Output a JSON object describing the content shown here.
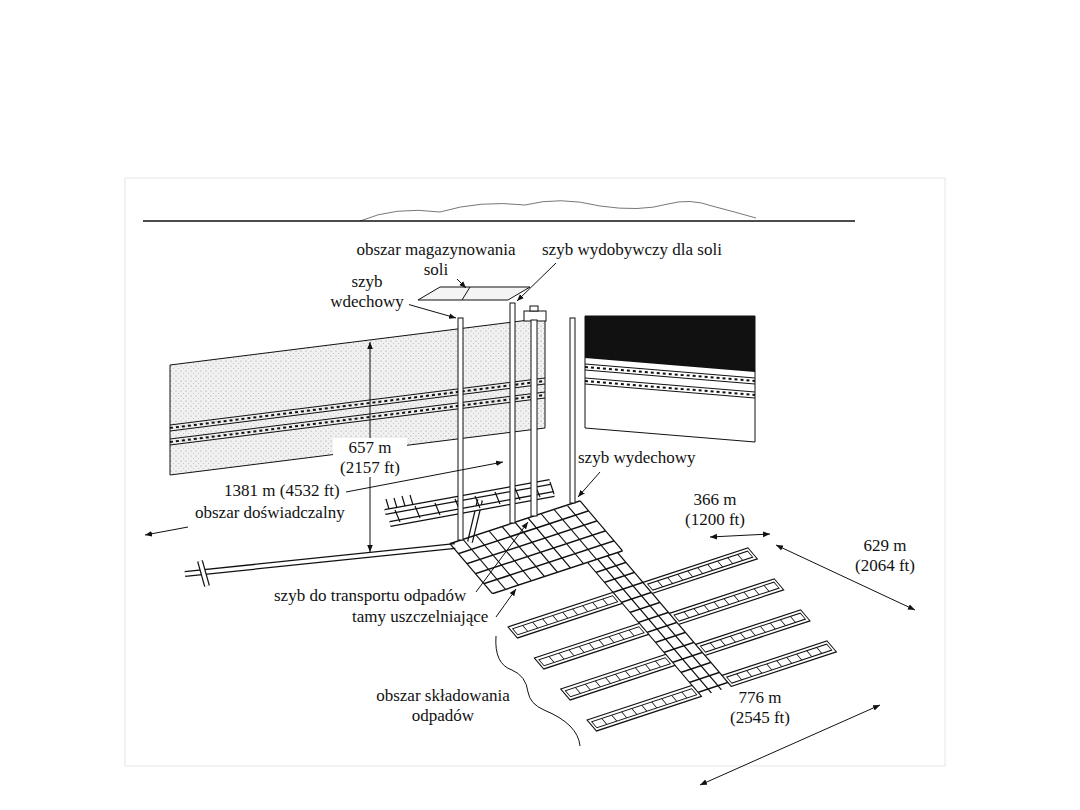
{
  "diagram": {
    "labels": [
      "obszar magazynowania soli",
      "szyb wydobywczy dla soli",
      "szyb wdechowy",
      "657 m (2157 ft)",
      "1381 m (4532 ft)",
      "obszar doświadczalny",
      "szyb wydechowy",
      "366 m (1200 ft)",
      "629 m (2064 ft)",
      "szyb do transportu odpadów",
      "tamy uszczelniające",
      "776 m (2545 ft)",
      "obszar składowania odpadów"
    ]
  }
}
